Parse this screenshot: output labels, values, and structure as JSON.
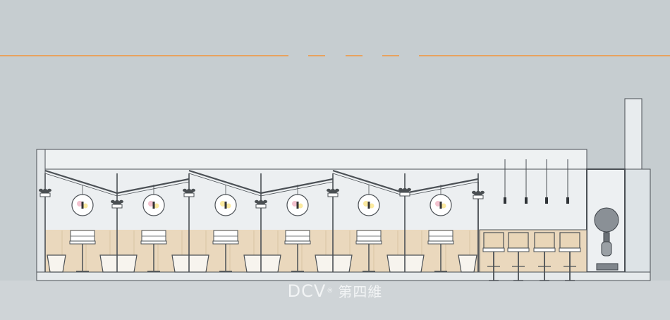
{
  "watermark": {
    "brand": "DCV",
    "registered": "®",
    "chinese": "第四維"
  },
  "colors": {
    "background": "#c6cdd0",
    "floor": "#cfd4d7",
    "wall": "#eceff1",
    "wood": "#ead8bd",
    "bench_top": "#f7f4ee",
    "orange_line": "#e8a25e",
    "outline": "#4b5055"
  },
  "icons": [
    "booth-table",
    "bench-seat",
    "planter",
    "round-sign",
    "pendant-lamp",
    "bar-stool",
    "glass-cabinet",
    "globe-ornament"
  ]
}
